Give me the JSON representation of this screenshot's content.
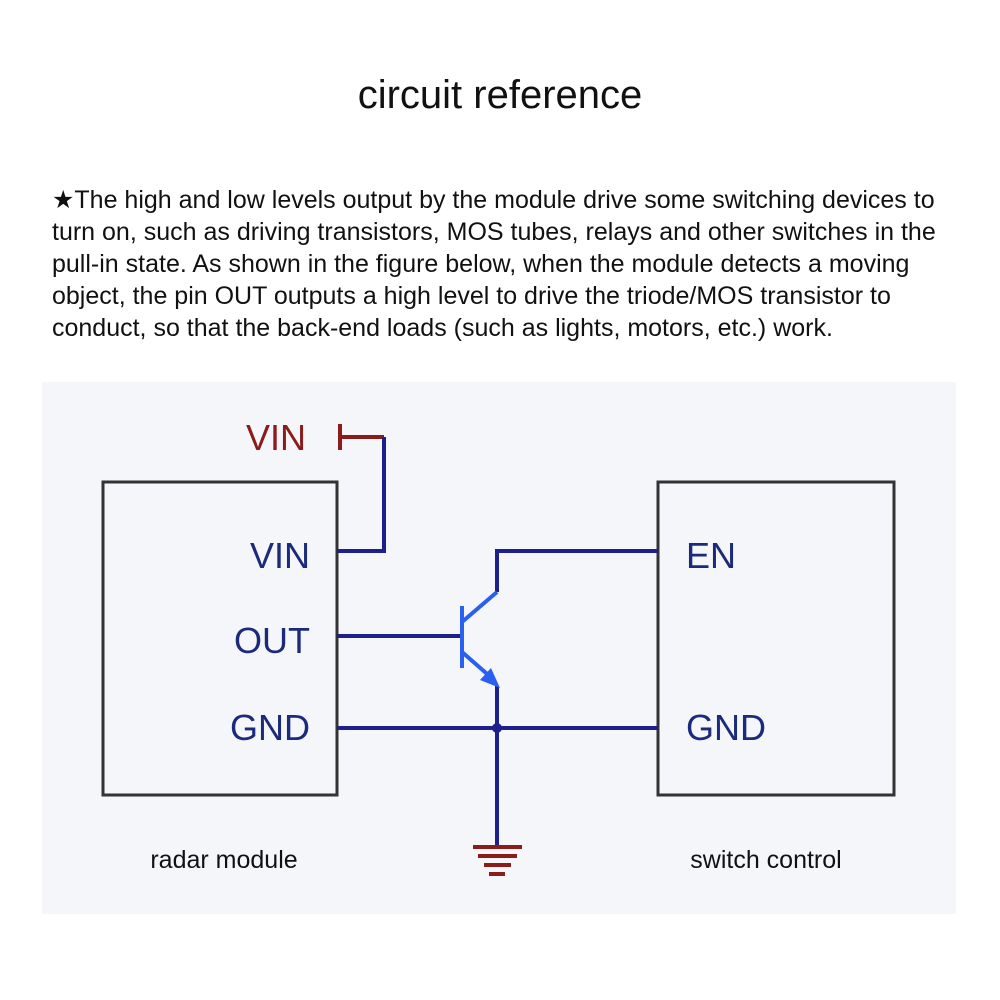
{
  "title": "circuit reference",
  "description": "★The high and low levels output by the module drive some switching devices to turn on, such as driving transistors, MOS tubes, relays and other switches in the pull-in state. As shown in the figure below, when the module detects a moving object, the pin OUT outputs a high level to drive the triode/MOS transistor to conduct, so that the back-end loads (such as lights, motors, etc.) work.",
  "diagram": {
    "supply_label": "VIN",
    "radar_module": {
      "caption": "radar module",
      "pins": [
        "VIN",
        "OUT",
        "GND"
      ]
    },
    "switch_control": {
      "caption": "switch control",
      "pins": [
        "EN",
        "GND"
      ]
    },
    "colors": {
      "wire": "#1c1f8c",
      "box": "#333333",
      "supply": "#8a1c1c",
      "ground": "#8a1c1c",
      "transistor": "#2a5ff0",
      "pin_text": "#1c2a7a"
    }
  }
}
